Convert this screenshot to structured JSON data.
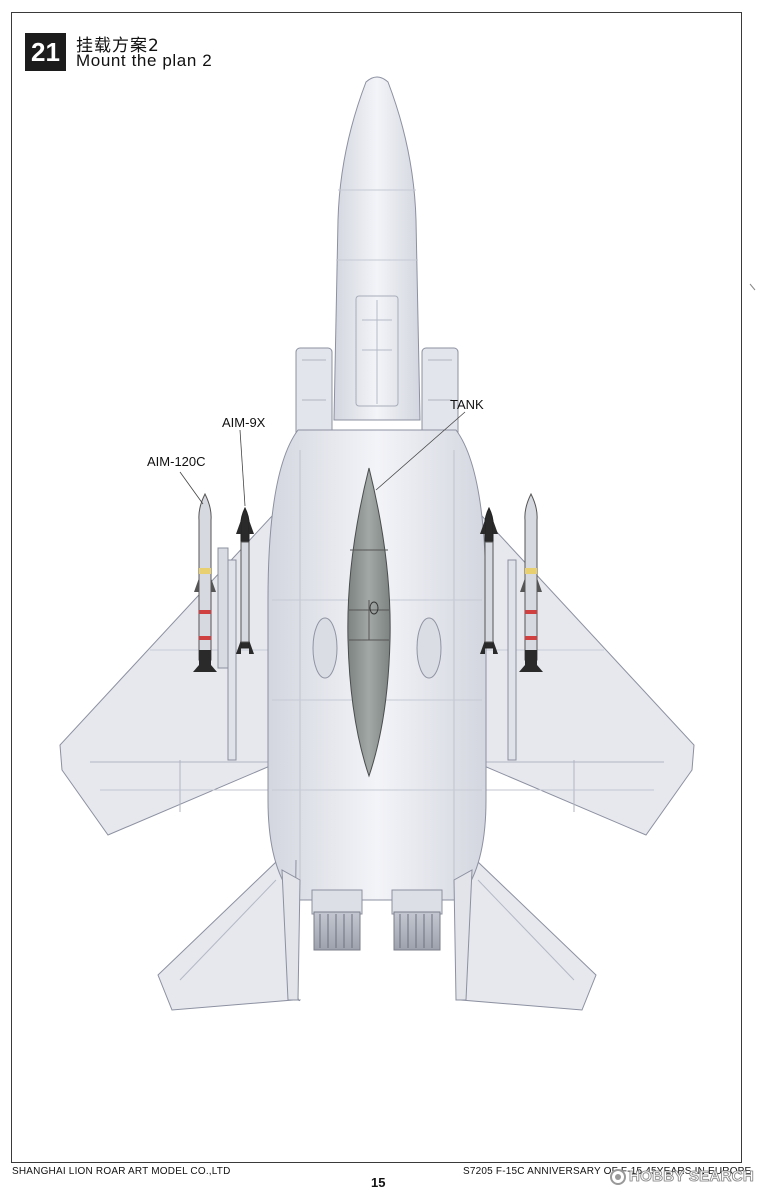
{
  "step": {
    "number": "21",
    "title_cn": "挂载方案2",
    "title_en": "Mount the plan 2"
  },
  "callouts": {
    "aim9x": "AIM-9X",
    "aim120c": "AIM-120C",
    "tank": "TANK"
  },
  "footer": {
    "manufacturer": "SHANGHAI LION ROAR ART MODEL CO.,LTD",
    "page_number": "15",
    "product": "S7205 F-15C ANNIVERSARY OF F-15 45YEARS IN EUROPE"
  },
  "watermark": {
    "brand": "HOBBY SEARCH",
    "icon": "hobby-search-logo-icon"
  },
  "colors": {
    "airframe": "#e8eaf0",
    "airframe_shadow": "#c9ccd6",
    "panel_line": "#a7abb8",
    "tank": "#8e9492",
    "missile_body": "#d6d9e0",
    "missile_dark": "#2a2a2a",
    "missile_band_red": "#d04040",
    "missile_band_yellow": "#e8d070"
  }
}
